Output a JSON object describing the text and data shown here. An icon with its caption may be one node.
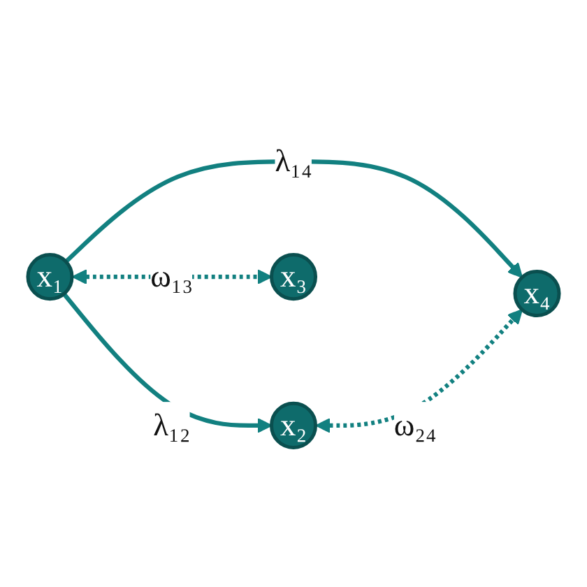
{
  "diagram": {
    "nodes": [
      {
        "text": [
          "x₁"
        ]
      },
      {
        "text": [
          "x₂"
        ]
      },
      {
        "text": [
          "x₃"
        ]
      },
      {
        "text": [
          "x₄"
        ]
      }
    ],
    "edges": [
      {
        "from": 0,
        "to": 1,
        "arrow": "to",
        "label": "λ₁₂"
      },
      {
        "from": 0,
        "to": 3,
        "arrow": "to",
        "label": "λ₁₄"
      },
      {
        "from": 0,
        "to": 2,
        "arrow": "both",
        "label": "ω₁₃",
        "style": "dashed"
      },
      {
        "from": 1,
        "to": 3,
        "arrow": "both",
        "label": "ω₂₄",
        "style": "dashed"
      }
    ]
  }
}
